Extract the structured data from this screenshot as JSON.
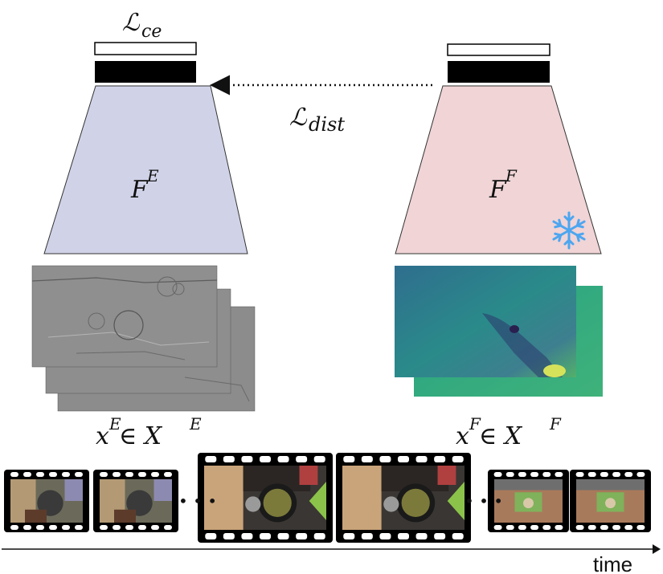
{
  "losses": {
    "ce": "ℒ",
    "ce_sub": "ce",
    "dist": "ℒ",
    "dist_sub": "dist"
  },
  "encoders": {
    "left_label": "F",
    "left_sup": "E",
    "right_label": "F",
    "right_sup": "F",
    "frozen_icon": "snowflake-icon"
  },
  "inputs": {
    "left_text": "x",
    "left_sup": "E",
    "left_in": " ∈ X",
    "left_in_sup": "E",
    "right_text": "x",
    "right_sup": "F",
    "right_in": " ∈ X",
    "right_in_sup": "F"
  },
  "timeline": {
    "label": "time",
    "ellipsis1": "• • •",
    "ellipsis2": "• • •"
  },
  "colors": {
    "left_trap": "#d0d3e8",
    "right_trap": "#f0d4d6",
    "snowflake": "#4ca6f0",
    "head_dark": "#000000"
  }
}
